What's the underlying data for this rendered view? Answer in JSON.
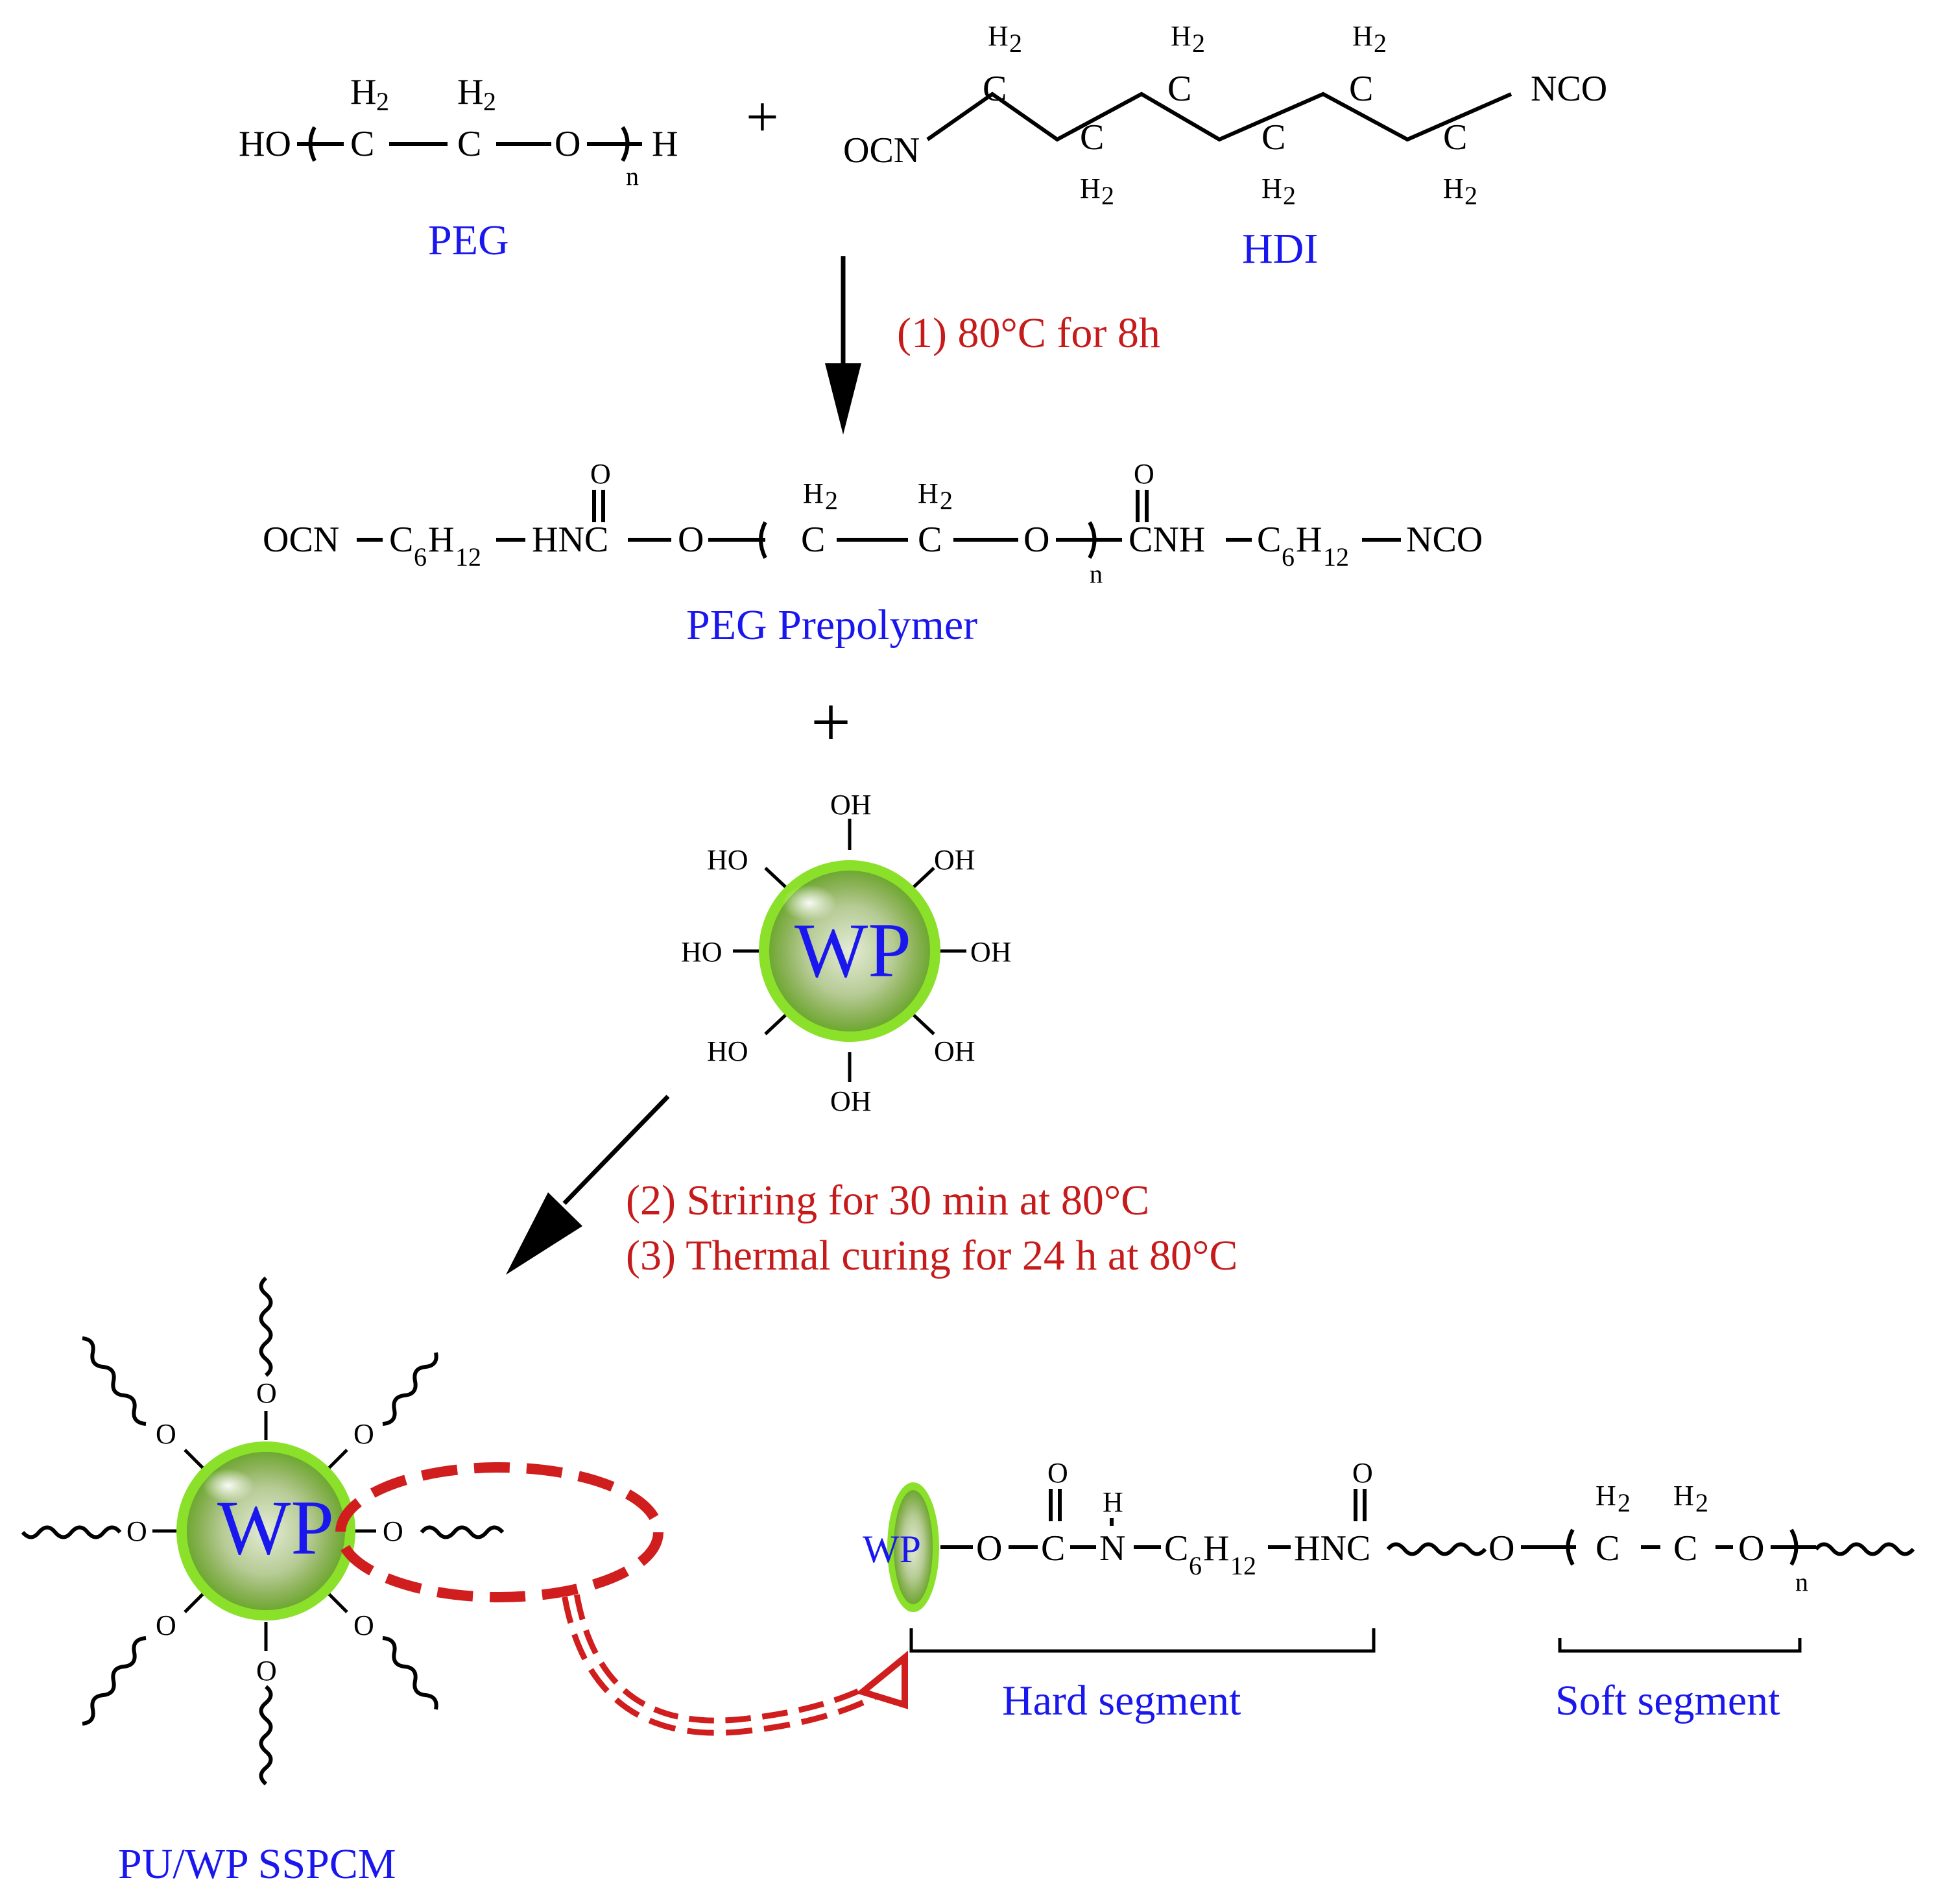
{
  "reactants": {
    "peg_label": "PEG",
    "hdi_label": "HDI",
    "ho": "HO",
    "h_end": "H",
    "n": "n",
    "ch2_h2": "H",
    "ch2_sub": "2",
    "c": "C",
    "o": "O",
    "ocn": "OCN",
    "nco": "NCO",
    "plus": "+"
  },
  "step1": {
    "condition": "(1) 80°C for 8h"
  },
  "prepolymer": {
    "label": "PEG Prepolymer",
    "ocn": "OCN",
    "c6h12_c": "C",
    "c6h12_6": "6",
    "c6h12_h": "H",
    "c6h12_12": "12",
    "hnc": "HNC",
    "cnh": "CNH",
    "o": "O",
    "nco": "NCO",
    "plus": "+"
  },
  "wp_particle": {
    "label": "WP",
    "oh": "OH",
    "ho": "HO"
  },
  "step2": {
    "condition_line1": "(2) Striring for 30 min at 80°C",
    "condition_line2": "(3) Thermal curing for 24 h at 80°C"
  },
  "product": {
    "label": "PU/WP SSPCM",
    "wp": "WP",
    "o": "O",
    "c": "C",
    "h": "H",
    "n_atom": "N",
    "hnc": "HNC",
    "hard_segment": "Hard segment",
    "soft_segment": "Soft segment"
  },
  "colors": {
    "label_blue": "#1a17ee",
    "condition_red": "#c61b1b",
    "sphere_green": "#8be02a",
    "highlight_red": "#d01e1e"
  }
}
